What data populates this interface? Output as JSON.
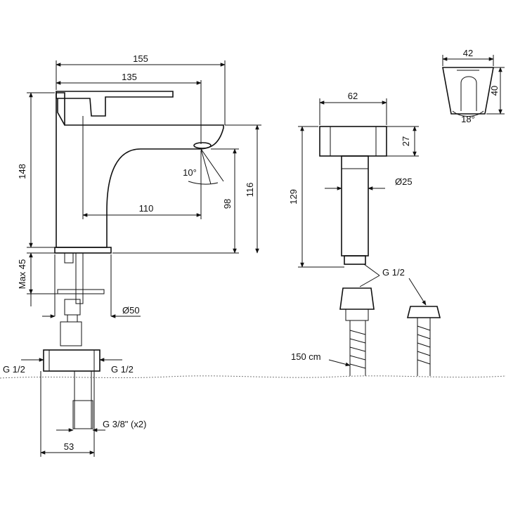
{
  "dimensions": {
    "d155": "155",
    "d135": "135",
    "d148": "148",
    "d110": "110",
    "d10deg": "10°",
    "d98": "98",
    "d116": "116",
    "max45": "Max 45",
    "d50": "Ø50",
    "g12_left": "G 1/2",
    "g12_right": "G 1/2",
    "g38": "G 3/8\" (x2)",
    "d53": "53",
    "d62": "62",
    "d27": "27",
    "d25": "Ø25",
    "d129": "129",
    "g12_shower": "G 1/2",
    "hose": "150 cm",
    "d42": "42",
    "d40": "40",
    "d18deg": "18°"
  }
}
